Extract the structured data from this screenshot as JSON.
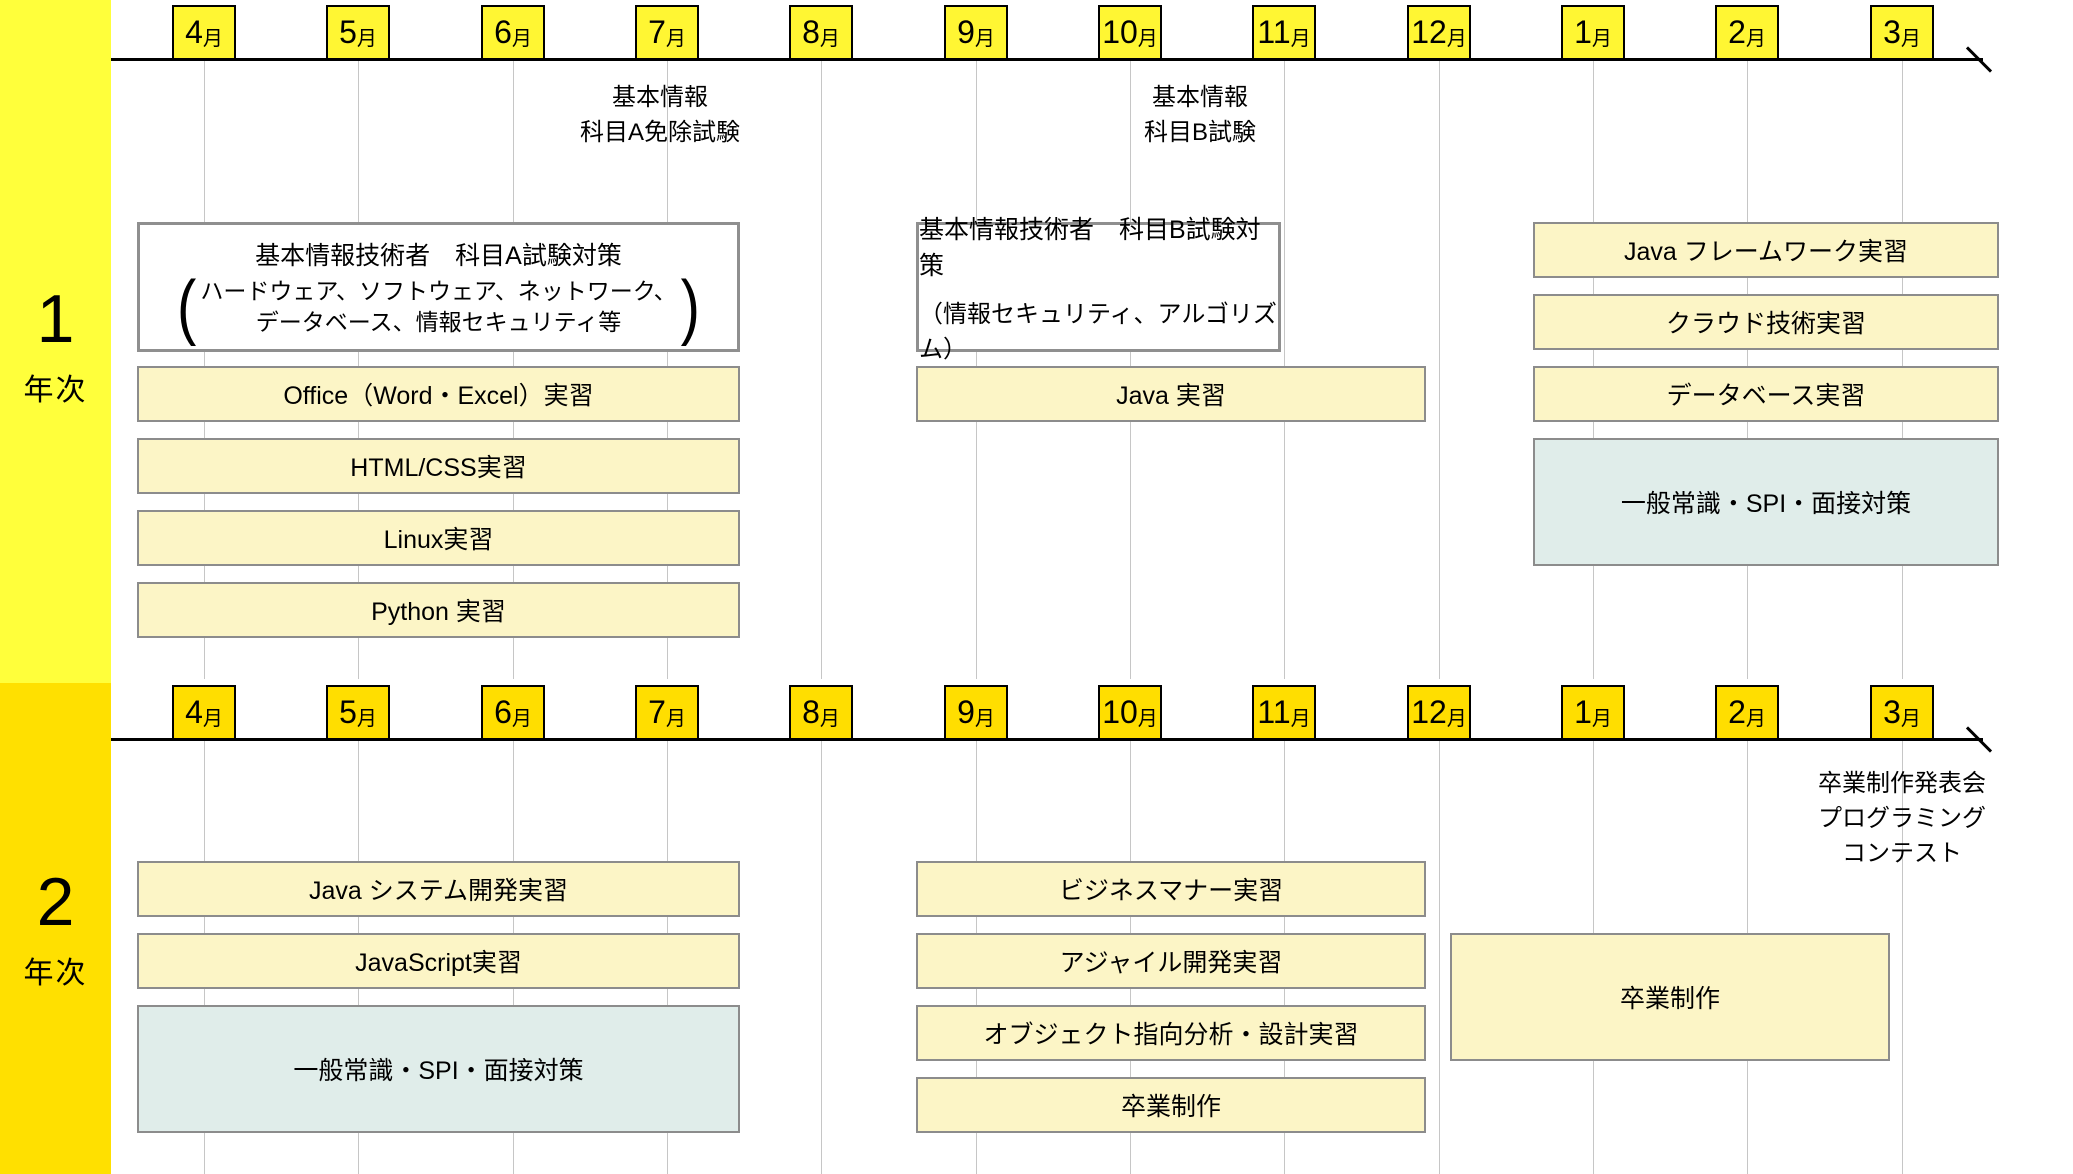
{
  "colors": {
    "year1_strip": "#FFFF3B",
    "year2_strip": "#FFE000",
    "month_box_year1": "#FFF633",
    "month_box_year2": "#FFDE00",
    "course_bar_yellow": "#FCF5C6",
    "course_bar_blue": "#E0EDEA",
    "bar_border": "#8C8C8C",
    "gridline": "#C6C6C6",
    "axis": "#000000"
  },
  "sidebar": {
    "year1_number": "1",
    "year1_label": "年次",
    "year2_number": "2",
    "year2_label": "年次"
  },
  "months": [
    {
      "num": "4",
      "unit": "月"
    },
    {
      "num": "5",
      "unit": "月"
    },
    {
      "num": "6",
      "unit": "月"
    },
    {
      "num": "7",
      "unit": "月"
    },
    {
      "num": "8",
      "unit": "月"
    },
    {
      "num": "9",
      "unit": "月"
    },
    {
      "num": "10",
      "unit": "月"
    },
    {
      "num": "11",
      "unit": "月"
    },
    {
      "num": "12",
      "unit": "月"
    },
    {
      "num": "1",
      "unit": "月"
    },
    {
      "num": "2",
      "unit": "月"
    },
    {
      "num": "3",
      "unit": "月"
    }
  ],
  "year1": {
    "annotation_a": {
      "line1": "基本情報",
      "line2": "科目A免除試験"
    },
    "annotation_b": {
      "line1": "基本情報",
      "line2": "科目B試験"
    },
    "exam_box_a": {
      "title": "基本情報技術者　科目A試験対策",
      "detail_line1": "ハードウェア、ソフトウェア、ネットワーク、",
      "detail_line2": "データベース、情報セキュリティ等"
    },
    "exam_box_b": {
      "title": "基本情報技術者　科目B試験対策",
      "detail": "（情報セキュリティ、アルゴリズム）"
    },
    "bars": {
      "office": "Office（Word・Excel）実習",
      "html_css": "HTML/CSS実習",
      "linux": "Linux実習",
      "python": "Python 実習",
      "java": "Java 実習",
      "java_framework": "Java フレームワーク実習",
      "cloud": "クラウド技術実習",
      "database": "データベース実習",
      "spi": "一般常識・SPI・面接対策"
    }
  },
  "year2": {
    "bars": {
      "java_system": "Java システム開発実習",
      "javascript": "JavaScript実習",
      "spi": "一般常識・SPI・面接対策",
      "business_manner": "ビジネスマナー実習",
      "agile": "アジャイル開発実習",
      "oo_analysis": "オブジェクト指向分析・設計実習",
      "graduation_mid": "卒業制作",
      "graduation_right": "卒業制作"
    },
    "annotation_grad": {
      "line1": "卒業制作発表会",
      "line2": "プログラミング",
      "line3": "コンテスト"
    }
  }
}
